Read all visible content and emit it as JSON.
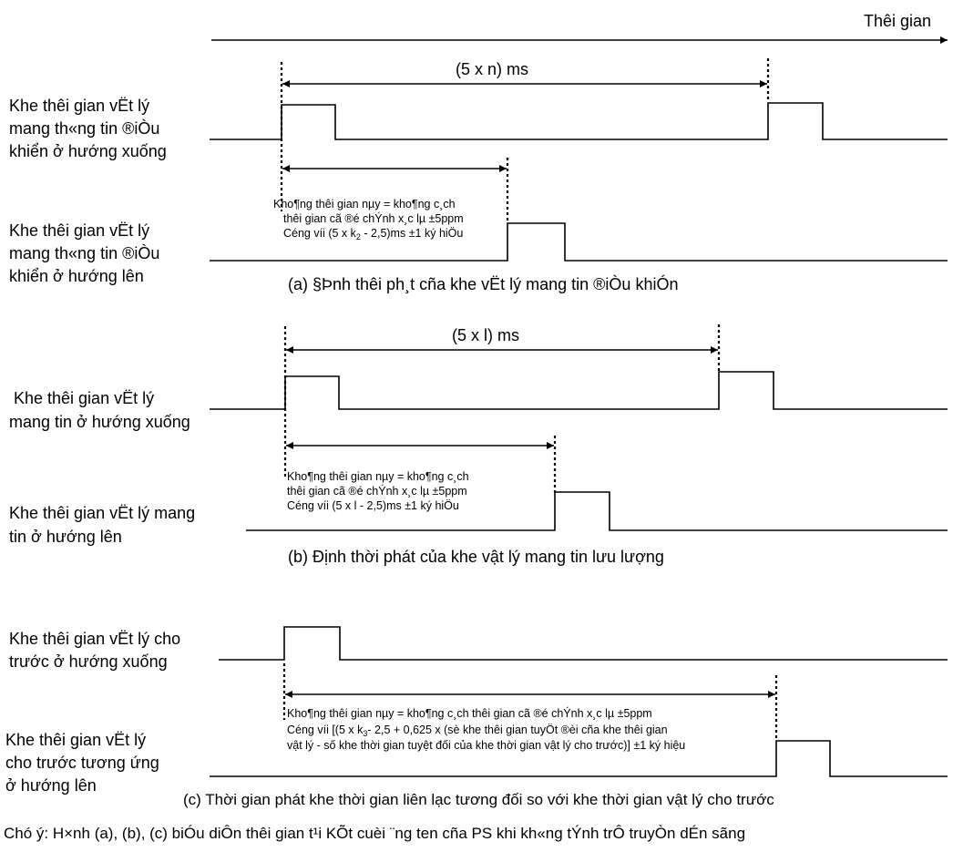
{
  "time_axis_label": "Thêi gian",
  "panel_a": {
    "top_interval": "(5 x n) ms",
    "downlink_label": [
      "Khe thêi gian vËt lý",
      "mang th«ng tin ®iÒu",
      "khiển ở hướng xuống"
    ],
    "note": [
      "Kho¶ng thêi gian nµy = kho¶ng c¸ch",
      "thêi gian cã ®é chÝnh x¸c lµ  ±5ppm",
      "Céng víi (5 x k",
      "2",
      " - 2,5)ms ±1 ký hiÖu"
    ],
    "uplink_label": [
      "Khe thêi gian vËt lý",
      "mang th«ng tin ®iÒu",
      "khiển ở hướng lên"
    ],
    "caption": "(a) §Þnh thêi ph¸t cña khe vËt lý mang tin ®iÒu khiÓn"
  },
  "panel_b": {
    "top_interval": "(5 x l) ms",
    "downlink_label": [
      "Khe thêi gian vËt lý",
      "mang tin ở hướng xuống"
    ],
    "note": [
      "Kho¶ng thêi gian nµy = kho¶ng c¸ch",
      "thêi gian cã ®é chÝnh x¸c lµ  ±5ppm",
      "Céng víi (5 x l - 2,5)ms ±1 ký hiÖu"
    ],
    "uplink_label": [
      "Khe thêi gian vËt lý mang",
      "tin ở hướng lên"
    ],
    "caption": "(b) Định thời phát của khe vật lý mang tin lưu lượng"
  },
  "panel_c": {
    "downlink_label": [
      "Khe thêi gian vËt lý cho",
      "trước ở hướng xuống"
    ],
    "note": [
      "Kho¶ng thêi gian nµy = kho¶ng c¸ch thêi gian cã ®é chÝnh x¸c lµ  ±5ppm",
      "Céng víi [(5 x k",
      "3",
      "- 2,5 + 0,625 x (sè khe thêi gian tuyÖt ®èi cña khe thêi gian",
      "vật lý - số khe thời gian tuyệt đối của khe thời gian vật lý cho trước)]  ±1 ký hiệu"
    ],
    "uplink_label": [
      "Khe thêi gian vËt lý",
      "cho trước tương ứng",
      "ở hướng lên"
    ],
    "caption": "(c) Thời gian phát khe thời gian liên lạc tương đối so với khe thời gian vật lý cho trước"
  },
  "footnote": "Chó ý: H×nh (a), (b), (c) biÓu diÔn thêi gian t¹i KÕt cuèi ¨ng ten cña PS khi kh«ng tÝnh trÔ truyÒn dÉn sãng"
}
